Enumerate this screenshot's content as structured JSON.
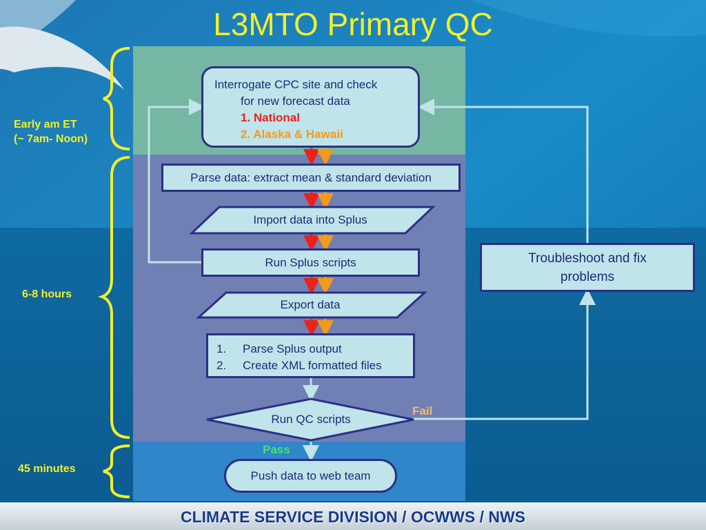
{
  "title": "L3MTO Primary QC",
  "footer": "CLIMATE SERVICE DIVISION / OCWWS / NWS",
  "time_labels": {
    "early": [
      "Early am ET",
      "(~ 7am- Noon)"
    ],
    "hours": "6-8 hours",
    "minutes": "45 minutes"
  },
  "steps": {
    "interrogate": {
      "line1": "Interrogate CPC site and check",
      "line2": "for new forecast data",
      "item1": "1. National",
      "item2": "2. Alaska & Hawaii"
    },
    "parse": "Parse data: extract mean & standard deviation",
    "import": "Import data into Splus",
    "run_splus": "Run Splus scripts",
    "export": "Export data",
    "post_steps": [
      "Parse Splus output",
      "Create XML formatted files"
    ],
    "run_qc": "Run QC scripts",
    "push": "Push data to web team",
    "troubleshoot": "Troubleshoot and fix problems"
  },
  "labels": {
    "fail": "Fail",
    "pass": "Pass"
  },
  "colors": {
    "title": "#f2ef2a",
    "national": "#e8231c",
    "alaska": "#f29a1a",
    "pass": "#48e07a",
    "fail": "#f7b96a",
    "brace": "#f2ef2a"
  }
}
